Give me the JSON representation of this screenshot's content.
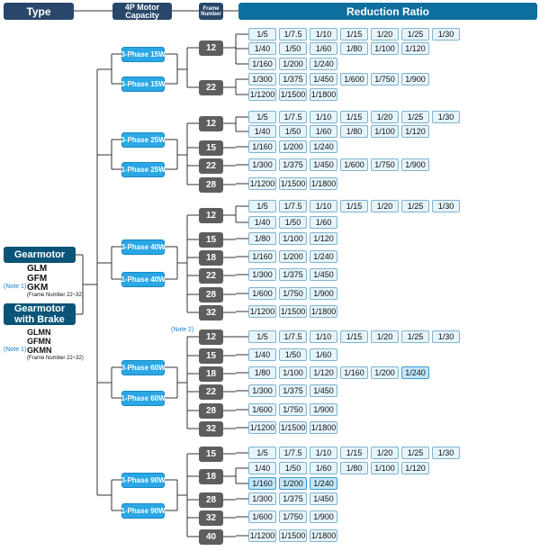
{
  "header": {
    "type_label": "Type",
    "motor_capacity_label": "4P Motor Capacity",
    "frame_number_label": "Frame Number",
    "reduction_ratio_label": "Reduction Ratio"
  },
  "categories": [
    {
      "label": "Gearmotor",
      "models": [
        "GLM",
        "GFM",
        "GKM"
      ],
      "note": "(Note 1)",
      "frame_note": "(Frame Number 22~32)"
    },
    {
      "label": "Gearmotor with Brake",
      "models": [
        "GLMN",
        "GFMN",
        "GKMN"
      ],
      "note": "(Note 1)",
      "frame_note": "(Frame Number 22~32)"
    }
  ],
  "groups": [
    {
      "phases": [
        "3-Phase 15W",
        "3-Phase 15W"
      ],
      "frames": [
        {
          "number": "12",
          "rows": [
            [
              "1/5",
              "1/7.5",
              "1/10",
              "1/15",
              "1/20",
              "1/25",
              "1/30"
            ],
            [
              "1/40",
              "1/50",
              "1/60",
              "1/80",
              "1/100",
              "1/120"
            ],
            [
              "1/160",
              "1/200",
              "1/240"
            ]
          ]
        },
        {
          "number": "22",
          "rows": [
            [
              "1/300",
              "1/375",
              "1/450",
              "1/600",
              "1/750",
              "1/900"
            ],
            [
              "1/1200",
              "1/1500",
              "1/1800"
            ]
          ]
        }
      ]
    },
    {
      "phases": [
        "3-Phase 25W",
        "1-Phase 25W"
      ],
      "frames": [
        {
          "number": "12",
          "rows": [
            [
              "1/5",
              "1/7.5",
              "1/10",
              "1/15",
              "1/20",
              "1/25",
              "1/30"
            ],
            [
              "1/40",
              "1/50",
              "1/60",
              "1/80",
              "1/100",
              "1/120"
            ]
          ]
        },
        {
          "number": "15",
          "rows": [
            [
              "1/160",
              "1/200",
              "1/240"
            ]
          ]
        },
        {
          "number": "22",
          "rows": [
            [
              "1/300",
              "1/375",
              "1/450",
              "1/600",
              "1/750",
              "1/900"
            ]
          ]
        },
        {
          "number": "28",
          "rows": [
            [
              "1/1200",
              "1/1500",
              "1/1800"
            ]
          ]
        }
      ]
    },
    {
      "phases": [
        "3-Phase 40W",
        "1-Phase 40W"
      ],
      "frames": [
        {
          "number": "12",
          "rows": [
            [
              "1/5",
              "1/7.5",
              "1/10",
              "1/15",
              "1/20",
              "1/25",
              "1/30"
            ],
            [
              "1/40",
              "1/50",
              "1/60"
            ]
          ]
        },
        {
          "number": "15",
          "rows": [
            [
              "1/80",
              "1/100",
              "1/120"
            ]
          ]
        },
        {
          "number": "18",
          "rows": [
            [
              "1/160",
              "1/200",
              "1/240"
            ]
          ]
        },
        {
          "number": "22",
          "rows": [
            [
              "1/300",
              "1/375",
              "1/450"
            ]
          ]
        },
        {
          "number": "28",
          "rows": [
            [
              "1/600",
              "1/750",
              "1/900"
            ]
          ]
        },
        {
          "number": "32",
          "rows": [
            [
              "1/1200",
              "1/1500",
              "1/1800"
            ]
          ]
        }
      ]
    },
    {
      "phases": [
        "3-Phase 60W",
        "1-Phase 60W"
      ],
      "note": "(Note 2)",
      "frames": [
        {
          "number": "12",
          "rows": [
            [
              "1/5",
              "1/7.5",
              "1/10",
              "1/15",
              "1/20",
              "1/25",
              "1/30"
            ]
          ]
        },
        {
          "number": "15",
          "rows": [
            [
              "1/40",
              "1/50",
              "1/60"
            ]
          ]
        },
        {
          "number": "18",
          "rows": [
            [
              "1/80",
              "1/100",
              "1/120",
              "1/160",
              "1/200",
              "1/240"
            ]
          ]
        },
        {
          "number": "22",
          "rows": [
            [
              "1/300",
              "1/375",
              "1/450"
            ]
          ]
        },
        {
          "number": "28",
          "rows": [
            [
              "1/600",
              "1/750",
              "1/900"
            ]
          ]
        },
        {
          "number": "32",
          "rows": [
            [
              "1/1200",
              "1/1500",
              "1/1800"
            ]
          ]
        }
      ]
    },
    {
      "phases": [
        "3-Phase 90W",
        "1-Phase 90W"
      ],
      "frames": [
        {
          "number": "15",
          "rows": [
            [
              "1/5",
              "1/7.5",
              "1/10",
              "1/15",
              "1/20",
              "1/25",
              "1/30"
            ]
          ]
        },
        {
          "number": "18",
          "rows": [
            [
              "1/40",
              "1/50",
              "1/60",
              "1/80",
              "1/100",
              "1/120"
            ],
            [
              "1/160",
              "1/200",
              "1/240"
            ]
          ]
        },
        {
          "number": "28",
          "rows": [
            [
              "1/300",
              "1/375",
              "1/450"
            ]
          ]
        },
        {
          "number": "32",
          "rows": [
            [
              "1/600",
              "1/750",
              "1/900"
            ]
          ]
        },
        {
          "number": "40",
          "rows": [
            [
              "1/1200",
              "1/1500",
              "1/1800"
            ]
          ]
        }
      ]
    }
  ],
  "colors": {
    "header_dark": "#28476a",
    "header_teal": "#0d6f9e",
    "category": "#0a5478",
    "phase": "#2aa7e4",
    "frame": "#5e5e5e",
    "ratio_fill": "#e6f4fb",
    "ratio_highlight": "#c2e6fa",
    "note": "#1a7fd0",
    "line": "#333333"
  }
}
